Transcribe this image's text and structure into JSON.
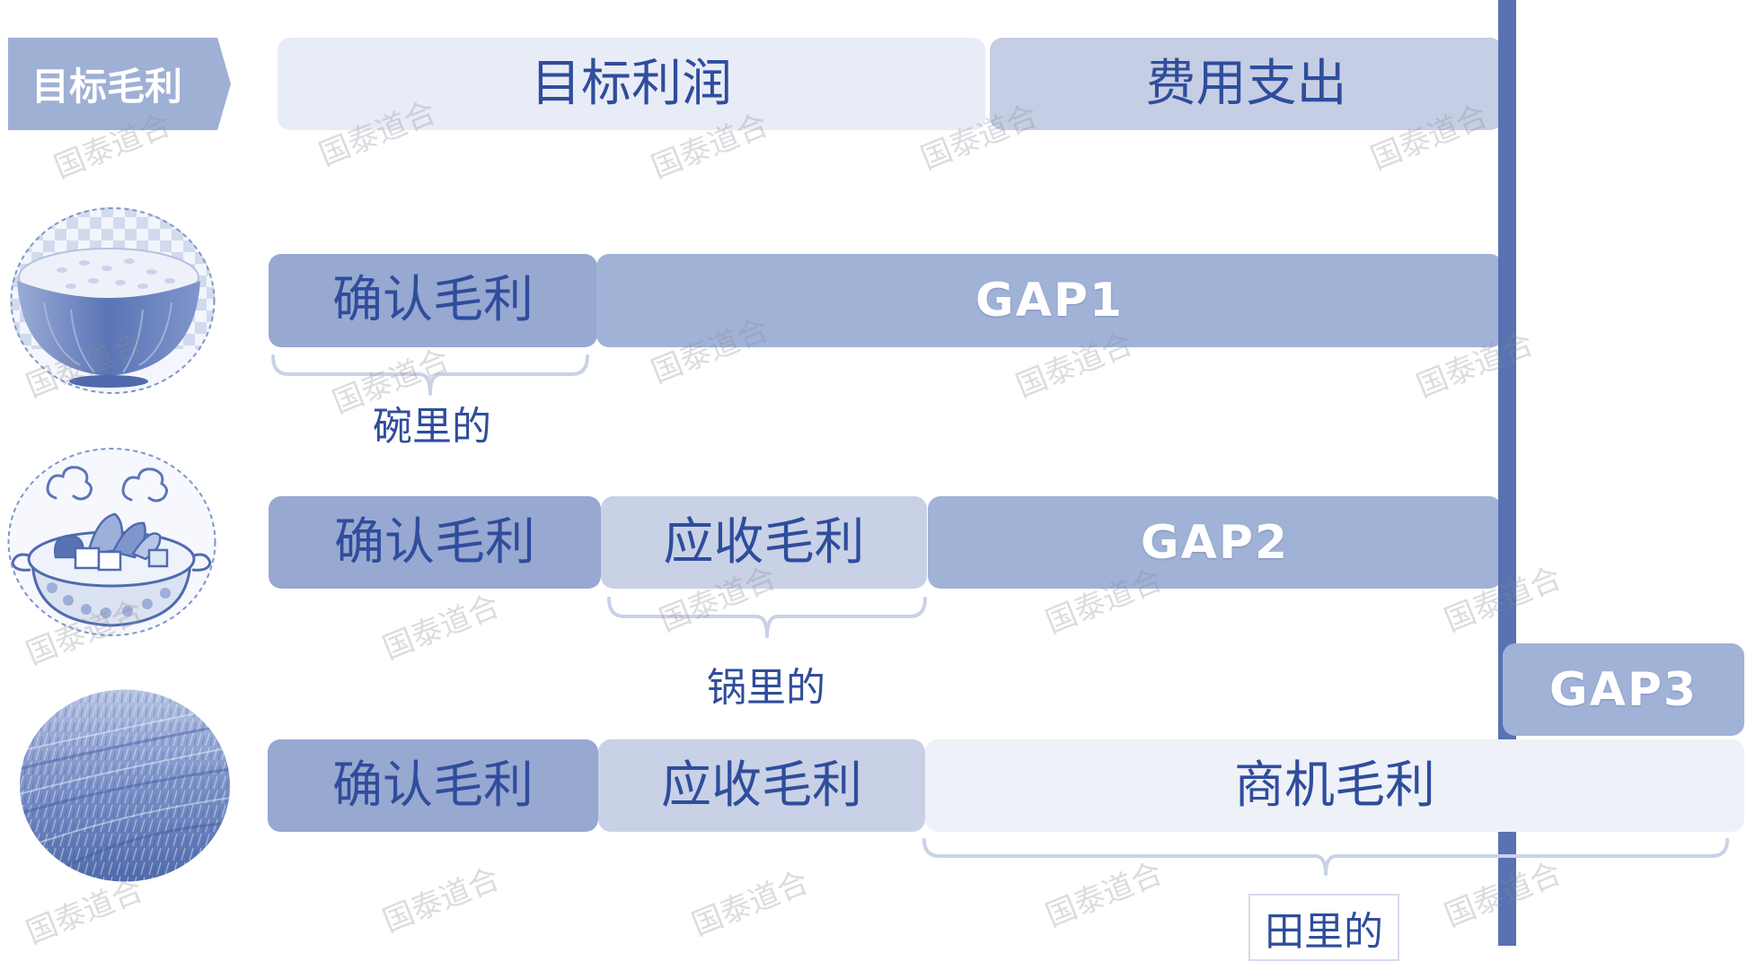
{
  "header": {
    "tag_label": "目标毛利",
    "target_profit_label": "目标利润",
    "expense_label": "费用支出"
  },
  "rows": [
    {
      "icon": "rice-bowl-icon",
      "segments": [
        {
          "label": "确认毛利"
        },
        {
          "label": "GAP1"
        }
      ],
      "caption": "碗里的"
    },
    {
      "icon": "hot-pot-icon",
      "segments": [
        {
          "label": "确认毛利"
        },
        {
          "label": "应收毛利"
        },
        {
          "label": "GAP2"
        }
      ],
      "caption": "锅里的"
    },
    {
      "icon": "wheat-field-icon",
      "segments": [
        {
          "label": "确认毛利"
        },
        {
          "label": "应收毛利"
        },
        {
          "label": "商机毛利"
        }
      ],
      "caption": "田里的"
    }
  ],
  "gap3_label": "GAP3",
  "watermark": "国泰道合",
  "colors": {
    "text_dark": "#2f4d9c",
    "tag_bg": "#9fb0d5",
    "target_profit_bg": "#e8ecf6",
    "expense_bg": "#c5cee4",
    "confirmed_bg": "#97a8d1",
    "gap_bg": "#a1b2d7",
    "receivable_bg": "#c8d1e6",
    "opportunity_bg": "#eef1f8",
    "divider_line": "#5872b2",
    "brace": "#c9d2e7"
  }
}
